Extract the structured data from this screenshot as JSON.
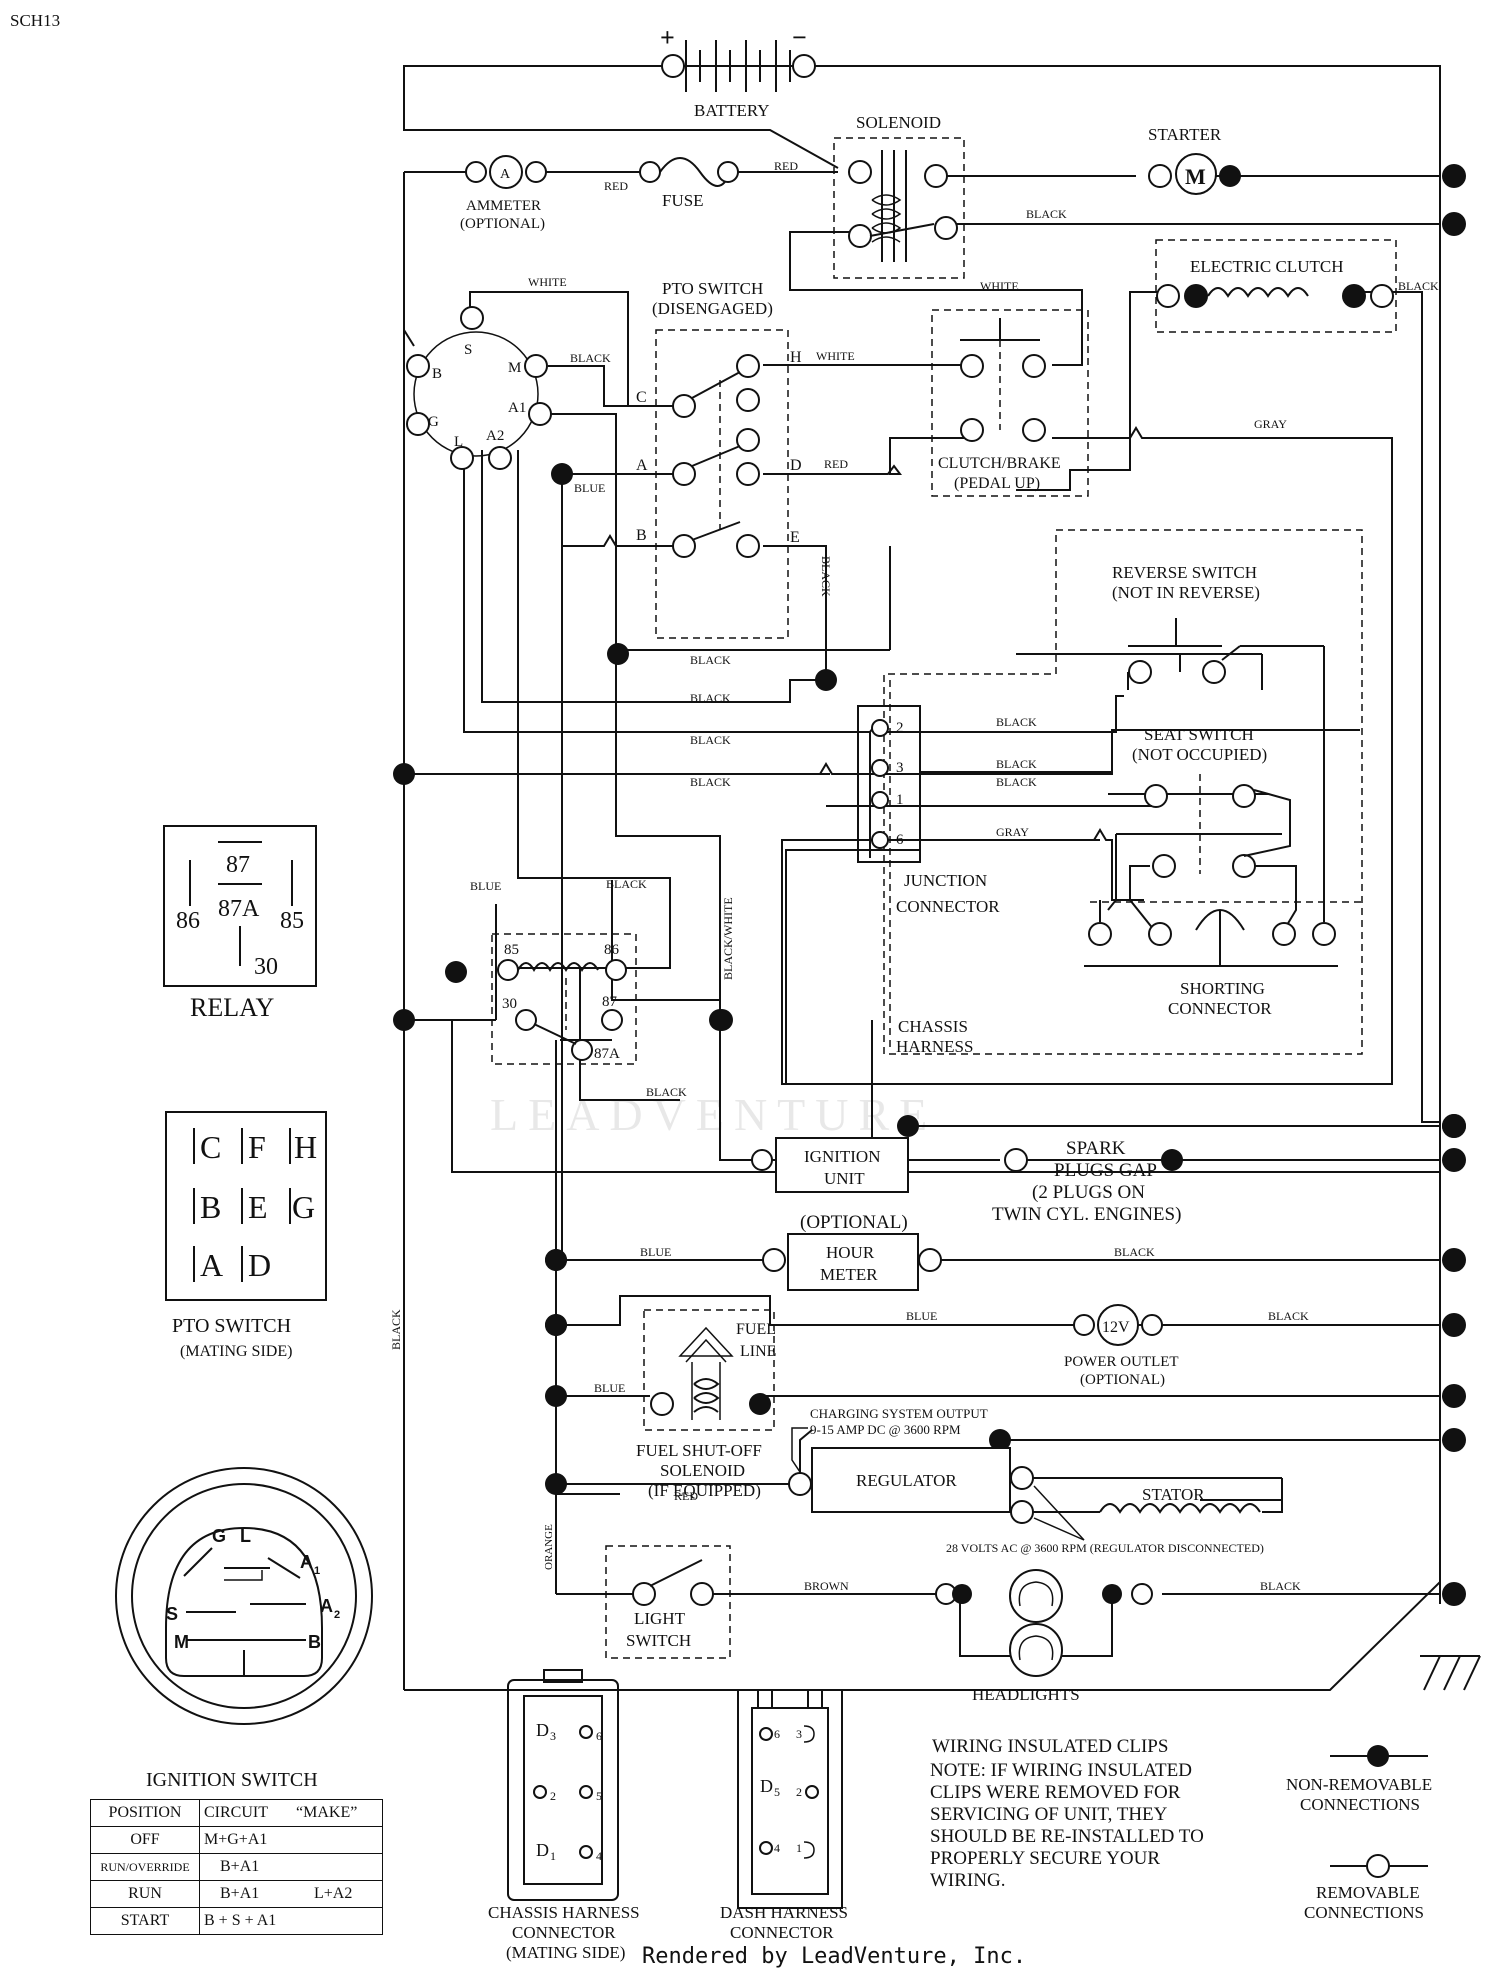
{
  "page_id": "SCH13",
  "footer": "Rendered by LeadVenture, Inc.",
  "watermark": "LEADVENTURE",
  "labels": {
    "battery": "BATTERY",
    "battery_plus": "+",
    "battery_minus": "−",
    "solenoid": "SOLENOID",
    "starter": "STARTER",
    "motor": "M",
    "ammeter": "AMMETER",
    "ammeter_optional": "(OPTIONAL)",
    "ammeter_symbol": "A",
    "fuse": "FUSE",
    "electric_clutch": "ELECTRIC CLUTCH",
    "pto_switch_title": "PTO SWITCH",
    "pto_switch_state": "(DISENGAGED)",
    "clutch_brake": "CLUTCH/BRAKE",
    "clutch_brake_state": "(PEDAL UP)",
    "reverse_switch": "REVERSE SWITCH",
    "reverse_switch_state": "(NOT IN REVERSE)",
    "seat_switch": "SEAT SWITCH",
    "seat_switch_state": "(NOT OCCUPIED)",
    "junction": "JUNCTION",
    "connector": "CONNECTOR",
    "shorting": "SHORTING",
    "shorting_connector": "CONNECTOR",
    "chassis": "CHASSIS",
    "harness": "HARNESS",
    "ignition_unit_1": "IGNITION",
    "ignition_unit_2": "UNIT",
    "spark_1": "SPARK",
    "spark_2": "PLUGS GAP",
    "spark_3": "(2 PLUGS ON",
    "spark_4": "TWIN CYL. ENGINES)",
    "hour_optional": "(OPTIONAL)",
    "hour_1": "HOUR",
    "hour_2": "METER",
    "fuel_1": "FUEL",
    "fuel_2": "LINE",
    "power_symbol": "12V",
    "power_1": "POWER OUTLET",
    "power_2": "(OPTIONAL)",
    "charging_1": "CHARGING SYSTEM OUTPUT",
    "charging_2": "9-15 AMP DC @ 3600 RPM",
    "fuel_shutoff_1": "FUEL SHUT-OFF",
    "fuel_shutoff_2": "SOLENOID",
    "fuel_shutoff_3": "(IF EQUIPPED)",
    "regulator": "REGULATOR",
    "stator": "STATOR",
    "ac_note": "28 VOLTS AC @ 3600 RPM (REGULATOR DISCONNECTED)",
    "light_1": "LIGHT",
    "light_2": "SWITCH",
    "headlights": "HEADLIGHTS",
    "relay": "RELAY",
    "pto_mating_1": "PTO SWITCH",
    "pto_mating_2": "(MATING SIDE)",
    "ignition_switch": "IGNITION SWITCH",
    "chassis_conn_1": "CHASSIS HARNESS",
    "chassis_conn_2": "CONNECTOR",
    "chassis_conn_3": "(MATING SIDE)",
    "dash_conn_1": "DASH HARNESS",
    "dash_conn_2": "CONNECTOR",
    "note_title": "WIRING INSULATED CLIPS",
    "note_1": "NOTE:  IF WIRING INSULATED",
    "note_2": "CLIPS WERE REMOVED FOR",
    "note_3": "SERVICING OF UNIT, THEY",
    "note_4": "SHOULD BE RE-INSTALLED TO",
    "note_5": "PROPERLY SECURE YOUR",
    "note_6": "WIRING.",
    "non_removable_1": "NON-REMOVABLE",
    "non_removable_2": "CONNECTIONS",
    "removable_1": "REMOVABLE",
    "removable_2": "CONNECTIONS"
  },
  "wires": {
    "red": "RED",
    "black": "BLACK",
    "white": "WHITE",
    "blue": "BLUE",
    "gray": "GRAY",
    "brown": "BROWN",
    "orange": "ORANGE",
    "black_white": "BLACK/WHITE"
  },
  "ignition_terminals": {
    "b": "B",
    "s": "S",
    "m": "M",
    "a1": "A1",
    "a2": "A2",
    "l": "L",
    "g": "G"
  },
  "pto_terminals": {
    "c": "C",
    "h": "H",
    "a": "A",
    "d": "D",
    "b": "B",
    "e": "E"
  },
  "pto_mating_terminals": {
    "c": "C",
    "f": "F",
    "h": "H",
    "b": "B",
    "e": "E",
    "g": "G",
    "a": "A",
    "d": "D"
  },
  "junction_pins": {
    "p2": "2",
    "p3": "3",
    "p1": "1",
    "p6": "6"
  },
  "relay_terminals": {
    "t85": "85",
    "t86": "86",
    "t30": "30",
    "t87": "87",
    "t87a": "87A"
  },
  "relay_legend": {
    "t87": "87",
    "t87a": "87A",
    "t86": "86",
    "t85": "85",
    "t30": "30"
  },
  "ignition_face": {
    "g": "G",
    "l": "L",
    "a1": "A",
    "a1_sub": "1",
    "s": "S",
    "a2": "A",
    "a2_sub": "2",
    "m": "M",
    "b": "B"
  },
  "chassis_conn_pins": {
    "d3": "D",
    "d3n": "3",
    "p6": "6",
    "p2": "2",
    "p5": "5",
    "d1": "D",
    "d1n": "1",
    "p4": "4"
  },
  "dash_conn_pins": {
    "p6": "6",
    "p3": "3",
    "d5": "D",
    "d5n": "5",
    "p2": "2",
    "p4": "4",
    "p1": "1"
  },
  "ignition_table": {
    "headers": [
      "POSITION",
      "CIRCUIT",
      "“MAKE”"
    ],
    "rows": [
      [
        "OFF",
        "M+G+A1",
        ""
      ],
      [
        "RUN/OVERRIDE",
        "B+A1",
        ""
      ],
      [
        "RUN",
        "B+A1",
        "L+A2"
      ],
      [
        "START",
        "B + S + A1",
        ""
      ]
    ]
  }
}
